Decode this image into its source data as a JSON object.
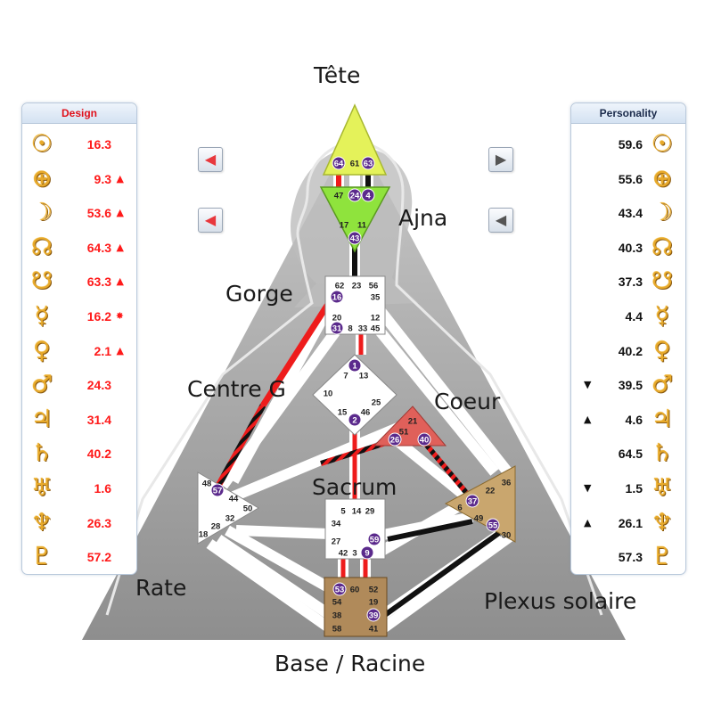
{
  "design_panel": {
    "title": "Design",
    "rows": [
      {
        "icon": "sun-icon",
        "glyph": "☉",
        "value": "16.3",
        "mark": ""
      },
      {
        "icon": "earth-icon",
        "glyph": "⊕",
        "value": "9.3",
        "mark": "▲"
      },
      {
        "icon": "moon-icon",
        "glyph": "☽",
        "value": "53.6",
        "mark": "▲"
      },
      {
        "icon": "north-node-icon",
        "glyph": "☊",
        "value": "64.3",
        "mark": "▲"
      },
      {
        "icon": "south-node-icon",
        "glyph": "☋",
        "value": "63.3",
        "mark": "▲"
      },
      {
        "icon": "mercury-icon",
        "glyph": "☿",
        "value": "16.2",
        "mark": "✸"
      },
      {
        "icon": "venus-icon",
        "glyph": "♀",
        "value": "2.1",
        "mark": "▲"
      },
      {
        "icon": "mars-icon",
        "glyph": "♂",
        "value": "24.3",
        "mark": ""
      },
      {
        "icon": "jupiter-icon",
        "glyph": "♃",
        "value": "31.4",
        "mark": ""
      },
      {
        "icon": "saturn-icon",
        "glyph": "♄",
        "value": "40.2",
        "mark": ""
      },
      {
        "icon": "uranus-icon",
        "glyph": "♅",
        "value": "1.6",
        "mark": ""
      },
      {
        "icon": "neptune-icon",
        "glyph": "♆",
        "value": "26.3",
        "mark": ""
      },
      {
        "icon": "pluto-icon",
        "glyph": "♇",
        "value": "57.2",
        "mark": ""
      }
    ]
  },
  "personality_panel": {
    "title": "Personality",
    "rows": [
      {
        "icon": "sun-icon",
        "glyph": "☉",
        "value": "59.6",
        "mark": ""
      },
      {
        "icon": "earth-icon",
        "glyph": "⊕",
        "value": "55.6",
        "mark": ""
      },
      {
        "icon": "moon-icon",
        "glyph": "☽",
        "value": "43.4",
        "mark": ""
      },
      {
        "icon": "north-node-icon",
        "glyph": "☊",
        "value": "40.3",
        "mark": ""
      },
      {
        "icon": "south-node-icon",
        "glyph": "☋",
        "value": "37.3",
        "mark": ""
      },
      {
        "icon": "mercury-icon",
        "glyph": "☿",
        "value": "4.4",
        "mark": ""
      },
      {
        "icon": "venus-icon",
        "glyph": "♀",
        "value": "40.2",
        "mark": ""
      },
      {
        "icon": "mars-icon",
        "glyph": "♂",
        "value": "39.5",
        "mark": "▼"
      },
      {
        "icon": "jupiter-icon",
        "glyph": "♃",
        "value": "4.6",
        "mark": "▲"
      },
      {
        "icon": "saturn-icon",
        "glyph": "♄",
        "value": "64.5",
        "mark": ""
      },
      {
        "icon": "uranus-icon",
        "glyph": "♅",
        "value": "1.5",
        "mark": "▼"
      },
      {
        "icon": "neptune-icon",
        "glyph": "♆",
        "value": "26.1",
        "mark": "▲"
      },
      {
        "icon": "pluto-icon",
        "glyph": "♇",
        "value": "57.3",
        "mark": ""
      }
    ]
  },
  "nav_buttons": {
    "design_prev_1": {
      "icon": "arrow-left-icon",
      "glyph": "◀"
    },
    "design_prev_2": {
      "icon": "arrow-left-icon",
      "glyph": "◀"
    },
    "personality_next": {
      "icon": "arrow-right-icon",
      "glyph": "▶"
    },
    "personality_prev": {
      "icon": "arrow-left-icon",
      "glyph": "◀"
    }
  },
  "center_labels": {
    "tete": "Tête",
    "ajna": "Ajna",
    "gorge": "Gorge",
    "centre_g": "Centre G",
    "coeur": "Coeur",
    "sacrum": "Sacrum",
    "rate": "Rate",
    "plexus": "Plexus solaire",
    "base": "Base / Racine"
  },
  "colors": {
    "design_red": "#ff1a1a",
    "head_center": "#e4f25a",
    "ajna_center": "#8fe33d",
    "heart_center": "#e0605a",
    "root_center": "#b08a5a",
    "background_triangle": "#9a9a9a"
  },
  "gates": {
    "head": [
      "64",
      "61",
      "63"
    ],
    "ajna": [
      "47",
      "24",
      "4",
      "17",
      "11",
      "43"
    ],
    "throat": [
      "62",
      "23",
      "56",
      "16",
      "35",
      "20",
      "12",
      "31",
      "8",
      "33",
      "45"
    ],
    "g_center": [
      "1",
      "7",
      "13",
      "10",
      "25",
      "15",
      "46",
      "2"
    ],
    "ego": [
      "21",
      "51",
      "26",
      "40"
    ],
    "spleen": [
      "48",
      "57",
      "44",
      "50",
      "32",
      "28",
      "18"
    ],
    "sacral": [
      "5",
      "14",
      "29",
      "34",
      "27",
      "59",
      "42",
      "3",
      "9"
    ],
    "solar_plexus": [
      "36",
      "22",
      "6",
      "37",
      "49",
      "55",
      "30"
    ],
    "root": [
      "53",
      "60",
      "52",
      "54",
      "19",
      "38",
      "39",
      "58",
      "41"
    ]
  }
}
